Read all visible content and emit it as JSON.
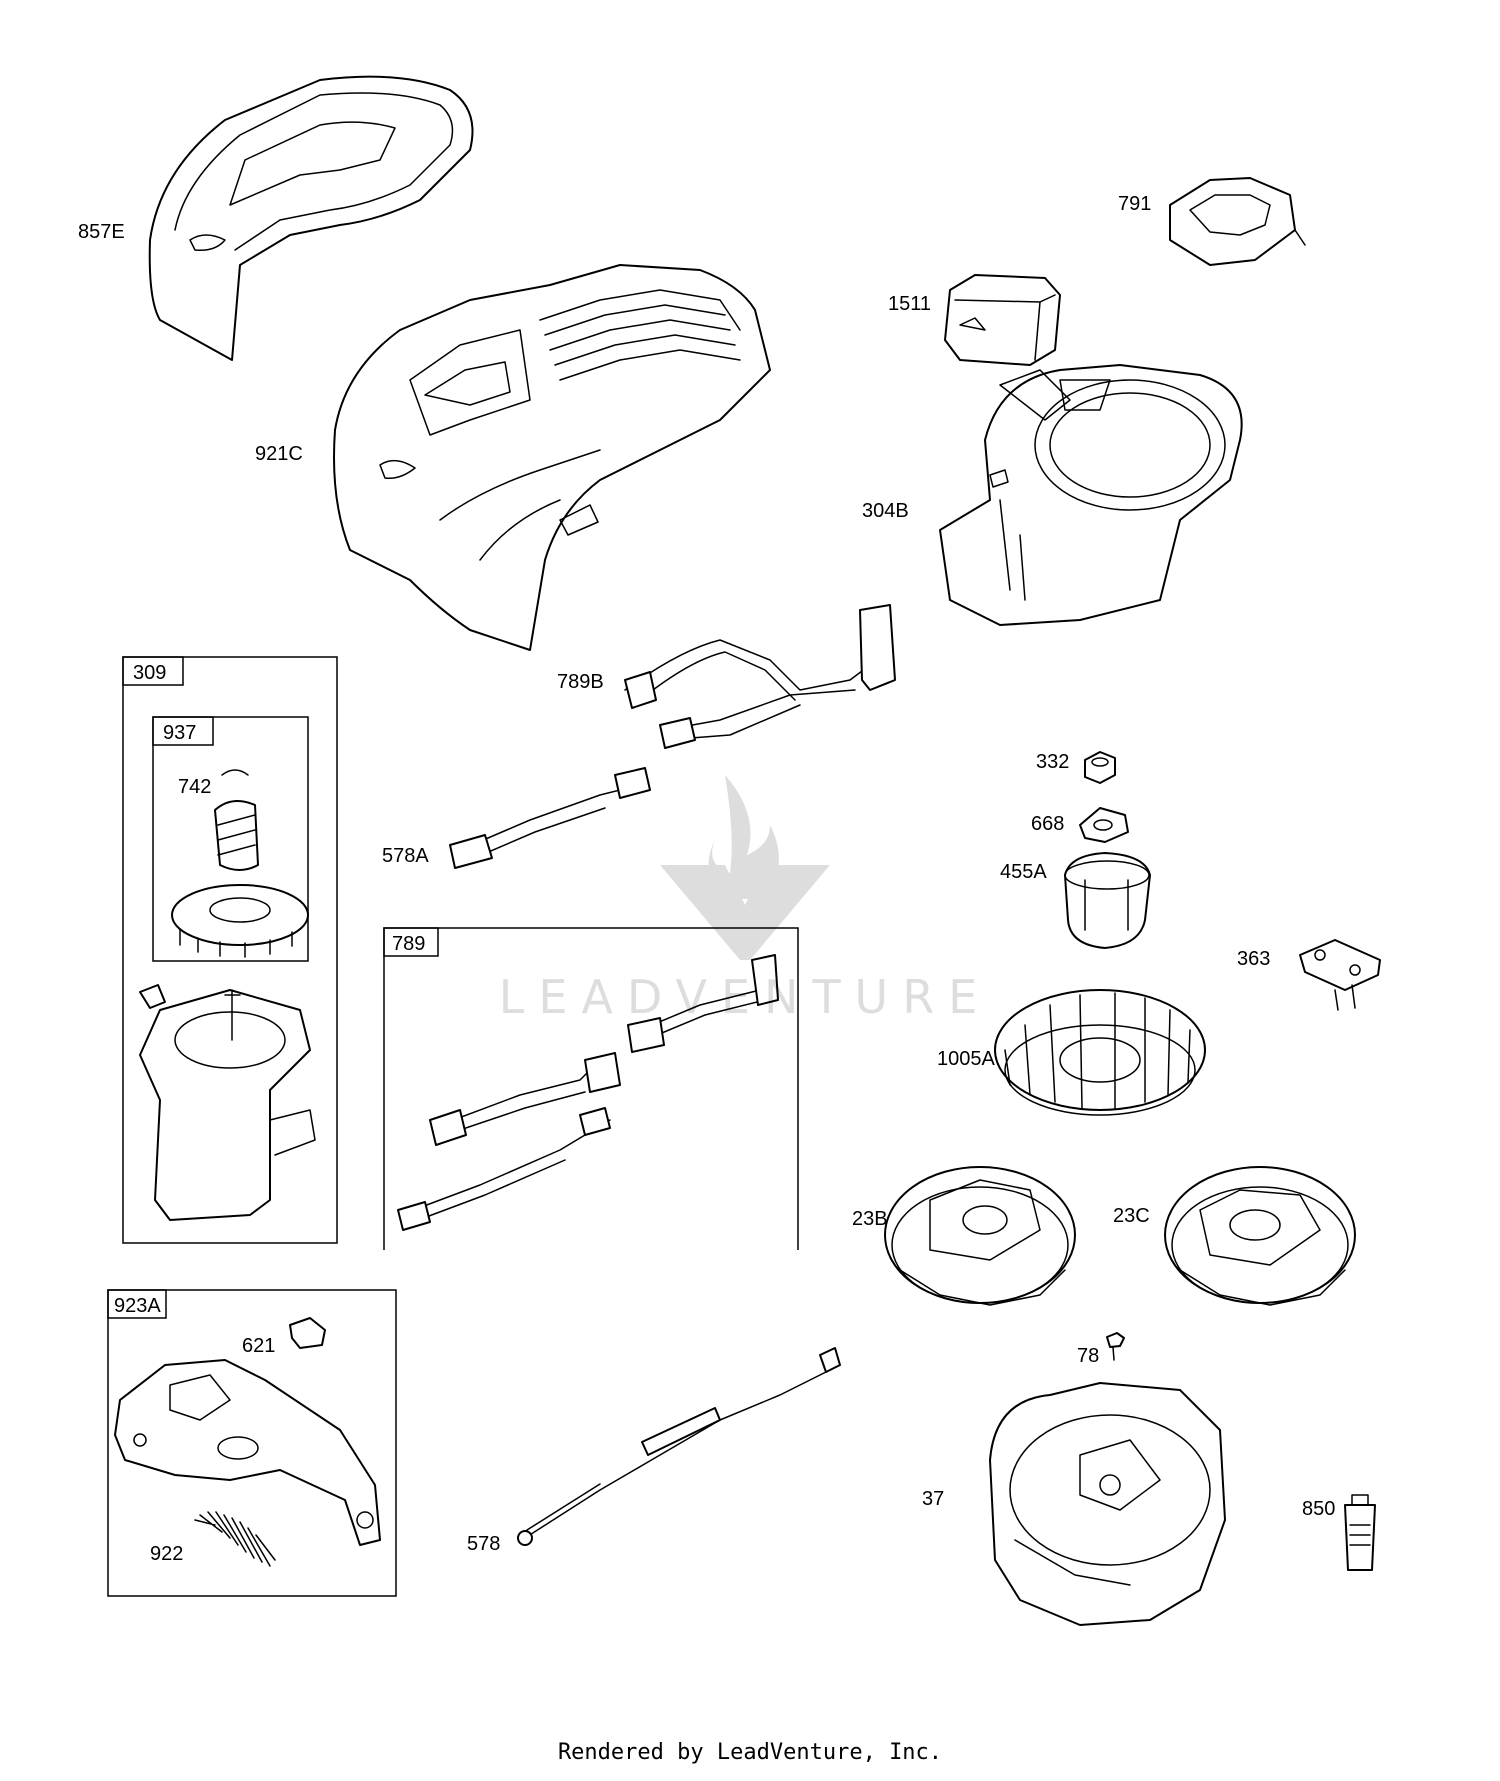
{
  "callouts": [
    {
      "id": "857E",
      "text": "857E"
    },
    {
      "id": "921C",
      "text": "921C"
    },
    {
      "id": "791",
      "text": "791"
    },
    {
      "id": "1511",
      "text": "1511"
    },
    {
      "id": "304B",
      "text": "304B"
    },
    {
      "id": "789B",
      "text": "789B"
    },
    {
      "id": "742",
      "text": "742"
    },
    {
      "id": "578A",
      "text": "578A"
    },
    {
      "id": "332",
      "text": "332"
    },
    {
      "id": "668",
      "text": "668"
    },
    {
      "id": "455A",
      "text": "455A"
    },
    {
      "id": "363",
      "text": "363"
    },
    {
      "id": "1005A",
      "text": "1005A"
    },
    {
      "id": "23B",
      "text": "23B"
    },
    {
      "id": "23C",
      "text": "23C"
    },
    {
      "id": "621",
      "text": "621"
    },
    {
      "id": "78",
      "text": "78"
    },
    {
      "id": "37",
      "text": "37"
    },
    {
      "id": "850",
      "text": "850"
    },
    {
      "id": "922",
      "text": "922"
    },
    {
      "id": "578",
      "text": "578"
    }
  ],
  "kit_boxes": [
    {
      "id": "309",
      "text": "309"
    },
    {
      "id": "937",
      "text": "937"
    },
    {
      "id": "789",
      "text": "789"
    },
    {
      "id": "923A",
      "text": "923A"
    }
  ],
  "watermark": {
    "text": "LEADVENTURE"
  },
  "footer": {
    "text": "Rendered by LeadVenture, Inc."
  }
}
